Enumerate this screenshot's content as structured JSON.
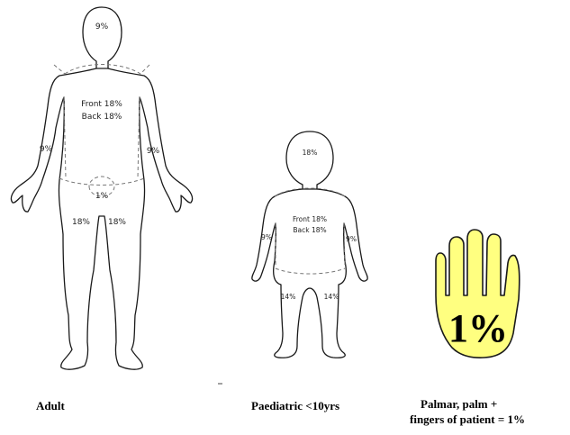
{
  "figures": {
    "adult": {
      "head": "9%",
      "torso_front": "Front 18%",
      "torso_back": "Back 18%",
      "left_arm": "9%",
      "right_arm": "9%",
      "genitals": "1%",
      "left_leg": "18%",
      "right_leg": "18%",
      "caption": "Adult"
    },
    "paediatric": {
      "head": "18%",
      "torso_front": "Front 18%",
      "torso_back": "Back 18%",
      "left_arm": "9%",
      "right_arm": "9%",
      "left_leg": "14%",
      "right_leg": "14%",
      "caption": "Paediatric <10yrs"
    },
    "palmar": {
      "hand_label": "1%",
      "caption_line1": "Palmar, palm +",
      "caption_line2": "fingers of patient = 1%",
      "hand_fill": "#ffff80"
    }
  }
}
